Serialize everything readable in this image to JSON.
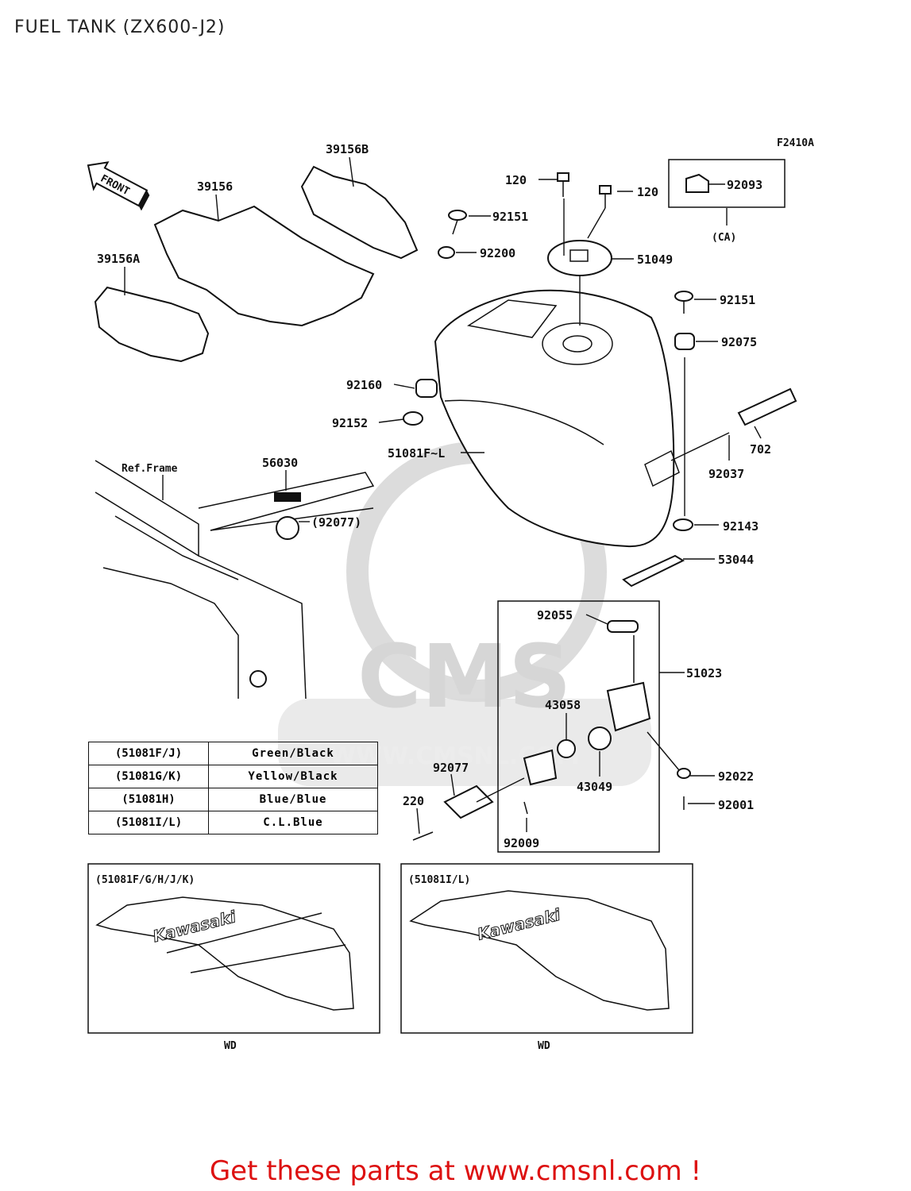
{
  "title": "FUEL TANK (ZX600-J2)",
  "figure_code": "F2410A",
  "front_marker": "FRONT",
  "ref_frame_label": "Ref.Frame",
  "assembly_label": "(CA)",
  "parts": {
    "p39156": "39156",
    "p39156A": "39156A",
    "p39156B": "39156B",
    "p120_left": "120",
    "p120_right": "120",
    "p92093": "92093",
    "p92151_top": "92151",
    "p92200": "92200",
    "p51049": "51049",
    "p92151_right": "92151",
    "p92075": "92075",
    "p92160": "92160",
    "p92152": "92152",
    "p51081": "51081F~L",
    "p702": "702",
    "p92037": "92037",
    "p56030": "56030",
    "p92077_ref": "(92077)",
    "p92143": "92143",
    "p53044": "53044",
    "p92055": "92055",
    "p51023": "51023",
    "p43058": "43058",
    "p43049": "43049",
    "p92022": "92022",
    "p92001": "92001",
    "p92077": "92077",
    "p220": "220",
    "p92009": "92009"
  },
  "color_table": [
    {
      "code": "(51081F/J)",
      "color": "Green/Black"
    },
    {
      "code": "(51081G/K)",
      "color": "Yellow/Black"
    },
    {
      "code": "(51081H)",
      "color": "Blue/Blue"
    },
    {
      "code": "(51081I/L)",
      "color": "C.L.Blue"
    }
  ],
  "panels": [
    {
      "title": "(51081F/G/H/J/K)",
      "logo": "Kawasaki",
      "footer": "WD"
    },
    {
      "title": "(51081I/L)",
      "logo": "Kawasaki",
      "footer": "WD"
    }
  ],
  "watermark": {
    "text": "CMS",
    "url": "WWW.CMSNL.COM"
  },
  "promo": "Get these parts at www.cmsnl.com !",
  "colors": {
    "promo": "#dd1111",
    "lines": "#111111",
    "watermark": "#d8d8d8"
  }
}
